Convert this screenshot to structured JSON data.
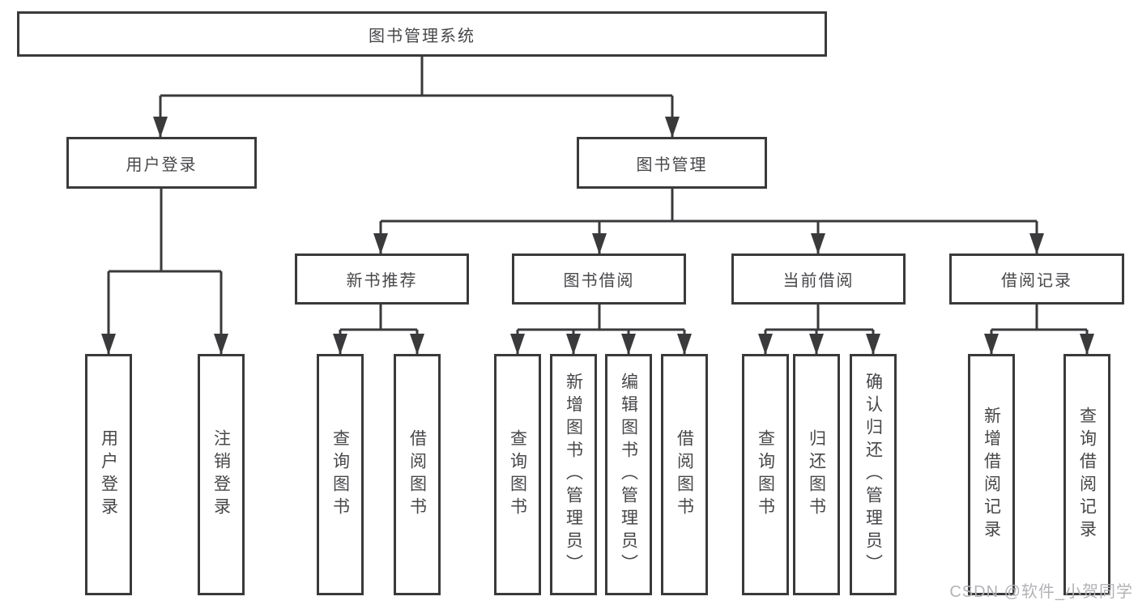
{
  "diagram_title": "图书管理系统",
  "watermark": "CSDN @软件_小贺同学",
  "line_color": "#3a3a3c",
  "tree": {
    "root": {
      "label": "图书管理系统",
      "children": [
        {
          "label": "用户登录",
          "children": [
            {
              "label": "用户登录"
            },
            {
              "label": "注销登录"
            }
          ]
        },
        {
          "label": "图书管理",
          "children": [
            {
              "label": "新书推荐",
              "children": [
                {
                  "label": "查询图书"
                },
                {
                  "label": "借阅图书"
                }
              ]
            },
            {
              "label": "图书借阅",
              "children": [
                {
                  "label": "查询图书"
                },
                {
                  "label": "新增图书（管理员）"
                },
                {
                  "label": "编辑图书（管理员）"
                },
                {
                  "label": "借阅图书"
                }
              ]
            },
            {
              "label": "当前借阅",
              "children": [
                {
                  "label": "查询图书"
                },
                {
                  "label": "归还图书"
                },
                {
                  "label": "确认归还（管理员）"
                }
              ]
            },
            {
              "label": "借阅记录",
              "children": [
                {
                  "label": "新增借阅记录"
                },
                {
                  "label": "查询借阅记录"
                }
              ]
            }
          ]
        }
      ]
    }
  }
}
